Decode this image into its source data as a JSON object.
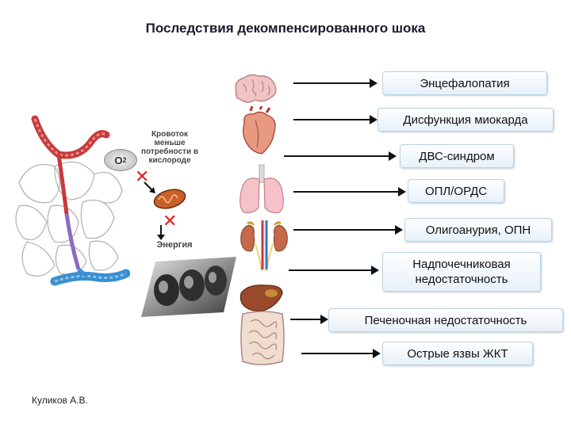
{
  "title": "Последствия декомпенсированного шока",
  "author": "Куликов А.В.",
  "left_panel": {
    "o2_label": "O",
    "o2_sub": "2",
    "bloodflow_label": "Кровоток меньше потребности в кислороде",
    "energy_label": "Энергия"
  },
  "consequences": [
    {
      "label": "Энцефалопатия",
      "organ": "brain"
    },
    {
      "label": "Дисфункция миокарда",
      "organ": "heart"
    },
    {
      "label": "ДВС-синдром",
      "organ": "heart"
    },
    {
      "label": "ОПЛ/ОРДС",
      "organ": "lungs"
    },
    {
      "label": "Олигоанурия, ОПН",
      "organ": "kidneys"
    },
    {
      "label": "Надпочечниковая недостаточность",
      "organ": "adrenals"
    },
    {
      "label": "Печеночная недостаточность",
      "organ": "liver"
    },
    {
      "label": "Острые язвы ЖКТ",
      "organ": "intestines"
    }
  ],
  "colors": {
    "arrow": "#111111",
    "box_border": "#bcd3e4",
    "box_fill": "#e6f1f9",
    "cross": "#e52020",
    "artery": "#c63a3a",
    "vein": "#3a8fd0"
  }
}
